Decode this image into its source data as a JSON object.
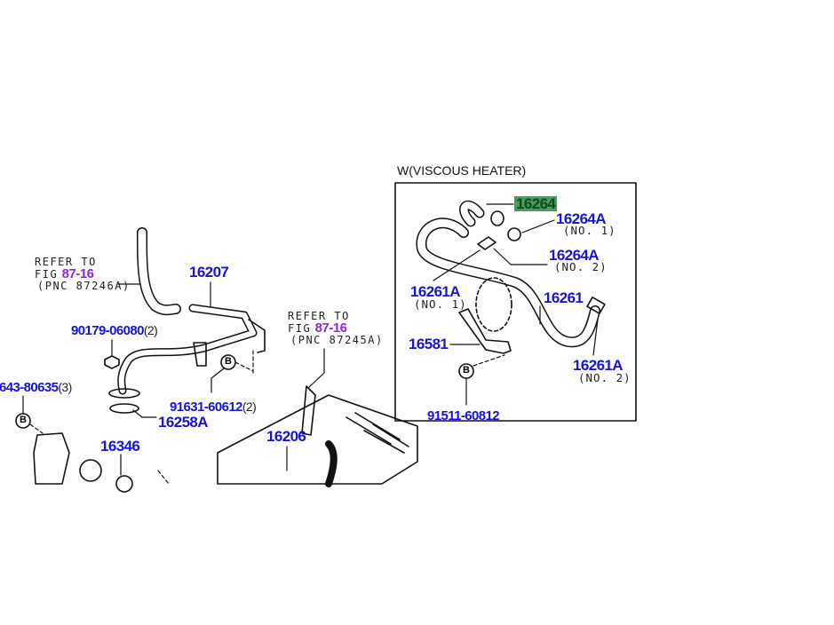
{
  "inset": {
    "title": "W(VISCOUS HEATER)",
    "parts": {
      "p16264": "16264",
      "p16264A_1": "16264A",
      "p16264A_1_note": "(NO. 1)",
      "p16264A_2": "16264A",
      "p16264A_2_note": "(NO. 2)",
      "p16261A_1": "16261A",
      "p16261A_1_note": "(NO. 1)",
      "p16261": "16261",
      "p16581": "16581",
      "p16261A_2": "16261A",
      "p16261A_2_note": "(NO. 2)",
      "p91511": "91511-60812"
    },
    "bolt_marker": "B",
    "highlight_color": "#4a9a5c"
  },
  "main": {
    "refer1": {
      "line1": "REFER TO",
      "fig_prefix": "FIG",
      "fig_link": "87-16",
      "pnc": "(PNC 87246A)"
    },
    "refer2": {
      "line1": "REFER TO",
      "fig_prefix": "FIG",
      "fig_link": "87-16",
      "pnc": "(PNC 87245A)"
    },
    "parts": {
      "p16207": "16207",
      "p90179": "90179-06080",
      "p90179_qty": "(2)",
      "p80635": "643-80635",
      "p80635_qty": "(3)",
      "p91631": "91631-60612",
      "p91631_qty": "(2)",
      "p16258A": "16258A",
      "p16346": "16346",
      "p16206": "16206"
    },
    "bolt_marker": "B"
  },
  "colors": {
    "part_link": "#1414e6",
    "fig_link": "#8a2be2"
  }
}
